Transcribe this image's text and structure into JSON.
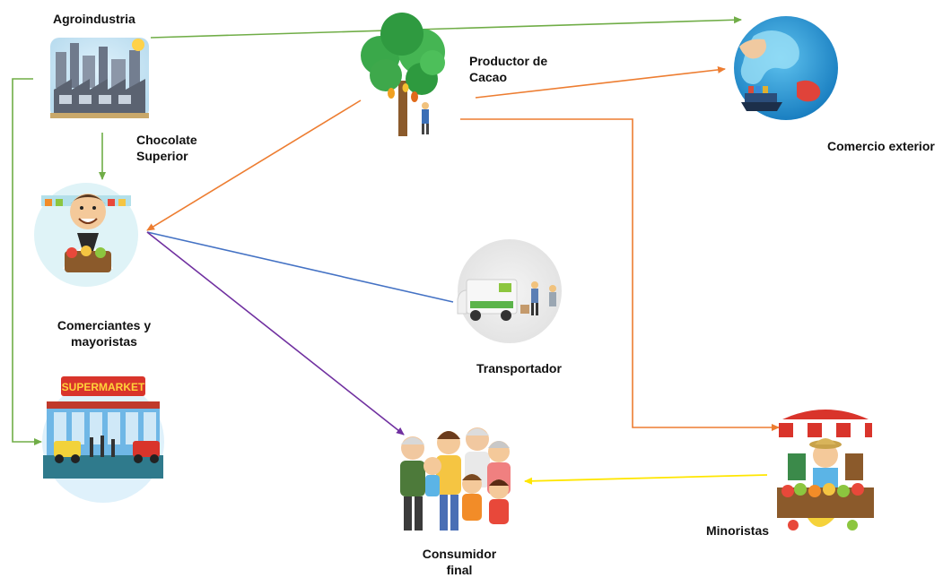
{
  "nodes": {
    "agroindustria": {
      "label": "Agroindustria",
      "icon": "factory-icon"
    },
    "chocolate": {
      "line1": "Chocolate",
      "line2": "Superior"
    },
    "productor": {
      "line1": "Productor de",
      "line2": "Cacao",
      "icon": "cacao-tree-icon"
    },
    "comercio": {
      "label": "Comercio exterior",
      "icon": "globe-trade-icon"
    },
    "comerciantes": {
      "line1": "Comerciantes y",
      "line2": "mayoristas",
      "icon": "merchant-icon"
    },
    "supermercado": {
      "sign": "SUPERMARKET",
      "icon": "supermarket-icon"
    },
    "transportador": {
      "label": "Transportador",
      "icon": "delivery-truck-icon"
    },
    "consumidor": {
      "line1": "Consumidor",
      "line2": "final",
      "icon": "family-icon"
    },
    "minoristas": {
      "label": "Minoristas",
      "icon": "market-stall-icon"
    }
  },
  "colors": {
    "green": "#70ad47",
    "orange": "#ed7d31",
    "blue": "#4472c4",
    "purple": "#7030a0",
    "yellow": "#ffe600"
  }
}
